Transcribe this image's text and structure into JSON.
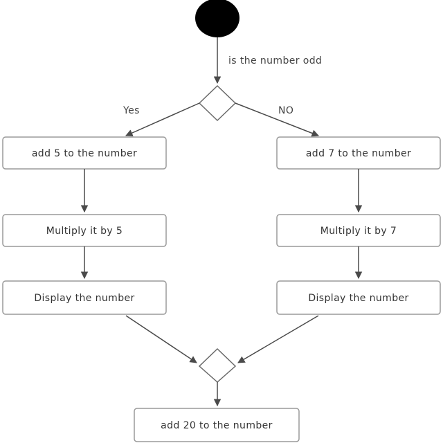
{
  "diagram": {
    "edge_labels": {
      "question": "is the number odd",
      "yes": "Yes",
      "no": "NO"
    },
    "nodes": {
      "add5": "add 5 to the number",
      "add7": "add 7 to the number",
      "mult5": "Multiply it by 5",
      "mult7": "Multiply it by 7",
      "display_left": "Display the number",
      "display_right": "Display the number",
      "add20": "add 20 to the number"
    }
  }
}
